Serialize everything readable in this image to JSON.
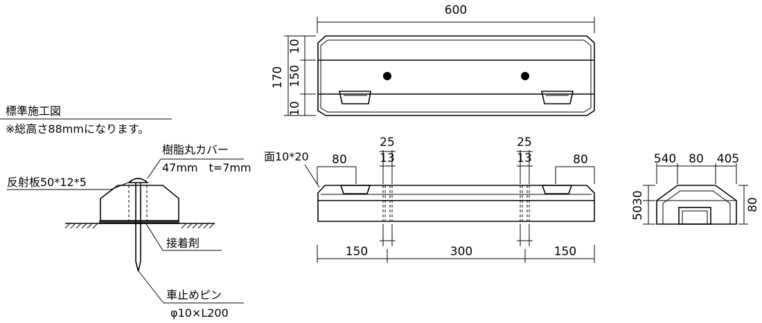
{
  "title": "標準施工図",
  "note": "※総高さ88mmになります。",
  "labels": {
    "cover": "樹脂丸カバー",
    "cover_spec": "47mm　t=7mm",
    "reflector": "反射板50*12*5",
    "adhesive": "接着剤",
    "pin": "車止めピン",
    "pin_spec": "φ10×L200",
    "chamfer": "面10*20"
  },
  "dims": {
    "top_length": "600",
    "top_height": "170",
    "top_h1": "10",
    "top_h2": "150",
    "top_h3": "10",
    "front_slot_left": "80",
    "front_slot_right": "80",
    "hole_outer_left": "25",
    "hole_inner_left": "13",
    "hole_outer_right": "25",
    "hole_inner_right": "13",
    "bottom_left": "150",
    "bottom_mid": "300",
    "bottom_right": "150",
    "side_top": "540",
    "side_mid": "80",
    "side_right": "405",
    "side_left_h": "5030",
    "side_total_h": "80"
  },
  "colors": {
    "line": "#000000",
    "background": "#ffffff"
  }
}
